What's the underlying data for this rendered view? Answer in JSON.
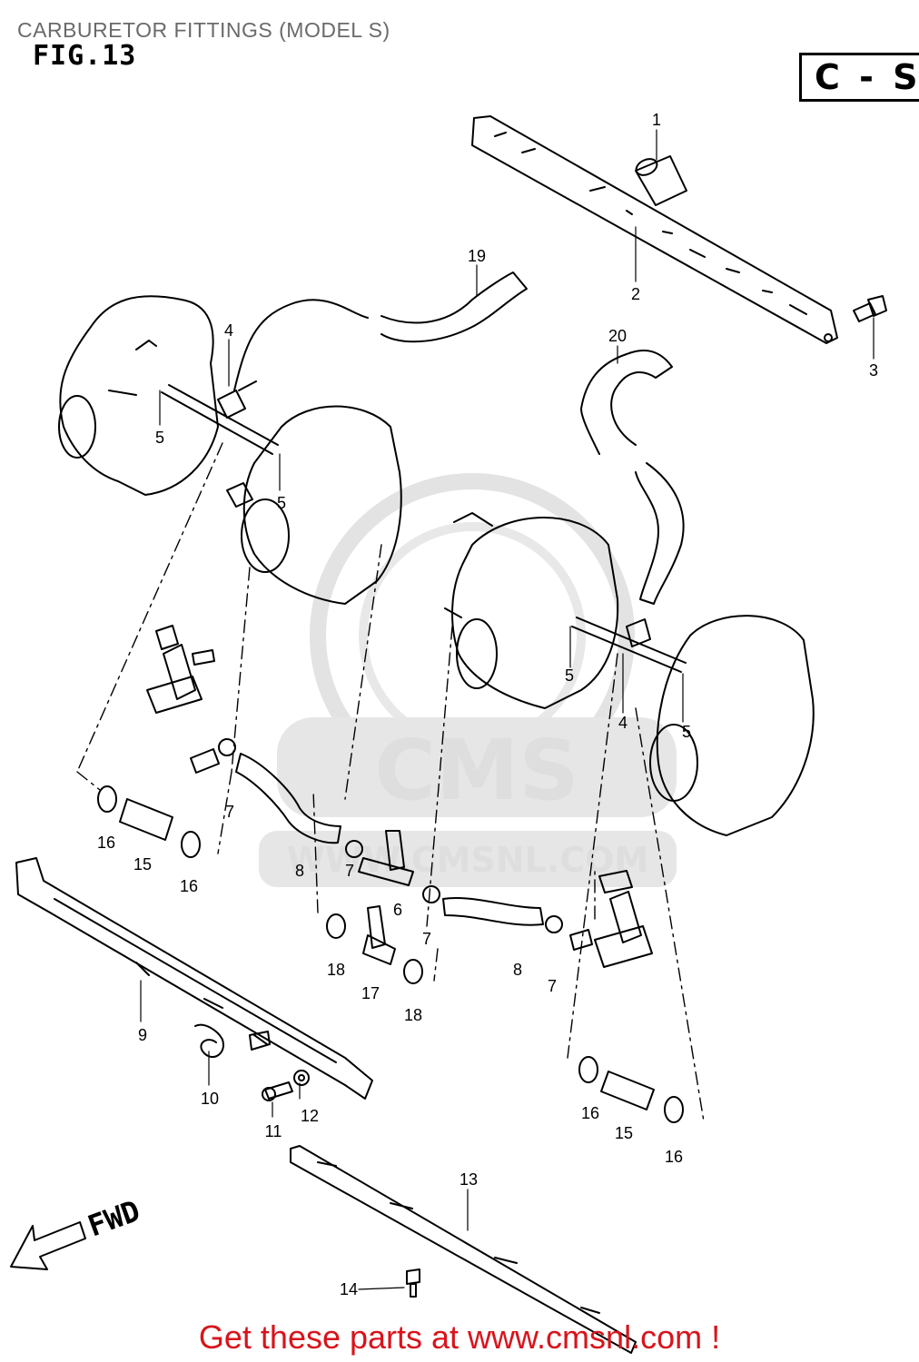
{
  "header": {
    "title": "CARBURETOR FITTINGS (MODEL S)",
    "figure_label": "FIG.13",
    "model_code": "C - S"
  },
  "watermark": {
    "brand": "CMS",
    "url": "WWW.CMSNL.COM"
  },
  "direction_label": "FWD",
  "callouts": [
    "1",
    "2",
    "3",
    "4",
    "5",
    "5",
    "19",
    "20",
    "5",
    "4",
    "5",
    "7",
    "16",
    "15",
    "16",
    "8",
    "7",
    "6",
    "7",
    "18",
    "17",
    "18",
    "8",
    "7",
    "9",
    "10",
    "11",
    "12",
    "16",
    "15",
    "16",
    "13",
    "14"
  ],
  "footer": {
    "promo_text": "Get these parts at www.cmsnl.com !"
  }
}
